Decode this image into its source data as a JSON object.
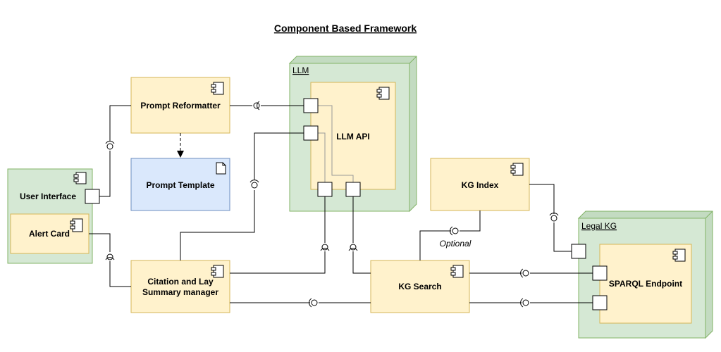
{
  "title": "Component Based Framework",
  "nodes": {
    "llm": "LLM",
    "legal_kg": "Legal KG"
  },
  "components": {
    "prompt_reformatter": "Prompt Reformatter",
    "prompt_template": "Prompt Template",
    "llm_api": "LLM API",
    "user_interface": "User Interface",
    "alert_card": "Alert Card",
    "citation_line1": "Citation and Lay",
    "citation_line2": "Summary manager",
    "kg_index": "KG Index",
    "kg_search": "KG Search",
    "sparql_endpoint": "SPARQL Endpoint"
  },
  "labels": {
    "optional": "Optional"
  },
  "colors": {
    "component_fill": "#fff2cc",
    "component_stroke": "#d6b656",
    "node_fill": "#d5e8d4",
    "node_stroke": "#82b366",
    "document_fill": "#dae8fc",
    "document_stroke": "#6c8ebf"
  }
}
